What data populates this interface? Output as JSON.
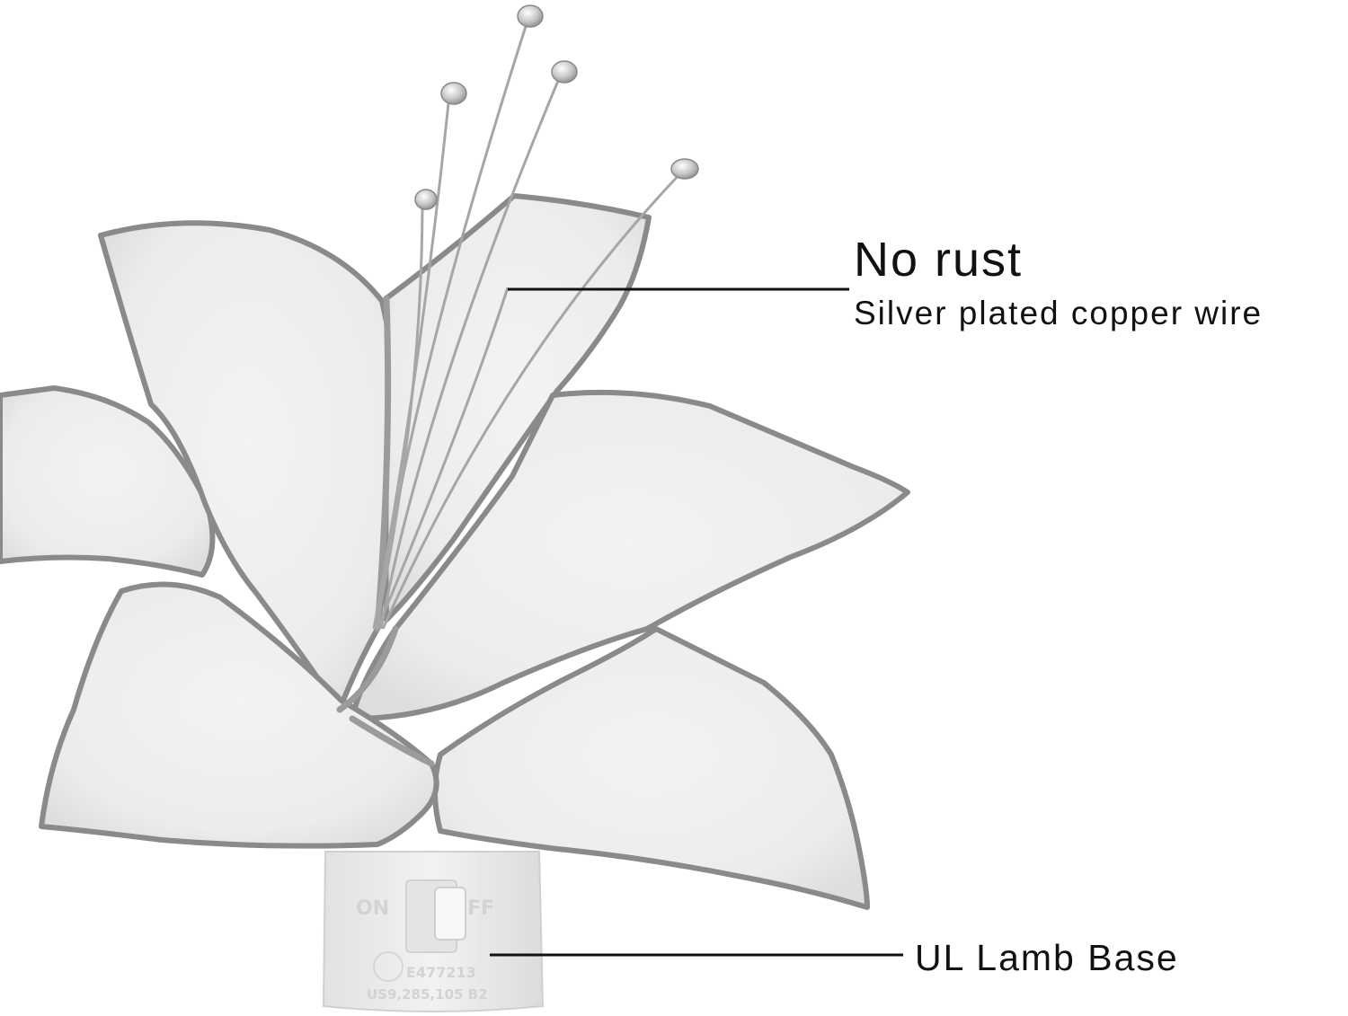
{
  "callouts": {
    "no_rust": "No rust",
    "wire": "Silver plated copper wire",
    "base": "UL Lamb Base"
  },
  "colors": {
    "glass": "#ededed",
    "solder": "#8a8a8a",
    "leader": "#111111",
    "text": "#111111"
  },
  "icons": {
    "product": "lily-night-light",
    "switch": "on-off-switch-icon"
  }
}
